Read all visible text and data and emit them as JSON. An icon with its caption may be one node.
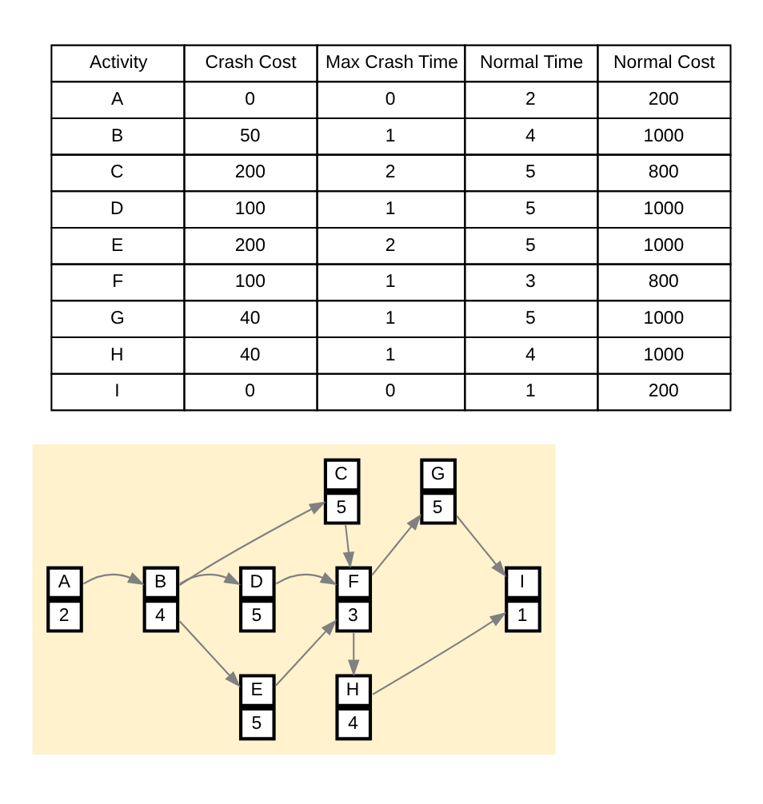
{
  "diagram": {
    "nodes": [
      {
        "text": [],
        "shape": "box"
      },
      {
        "text": [
          "A",
          "2"
        ],
        "in": 0
      },
      {
        "text": [
          "B",
          "4"
        ],
        "in": 0
      },
      {
        "text": [
          "C",
          "5"
        ],
        "in": 0
      },
      {
        "text": [
          "D",
          "5"
        ],
        "in": 0
      },
      {
        "text": [
          "E",
          "5"
        ],
        "in": 0
      },
      {
        "text": [
          "F",
          "3"
        ],
        "in": 0
      },
      {
        "text": [
          "G",
          "5"
        ],
        "in": 0
      },
      {
        "text": [
          "H",
          "4"
        ],
        "in": 0
      },
      {
        "text": [
          "I",
          "1"
        ],
        "in": 0
      }
    ],
    "edges": [
      {
        "from": 1,
        "to": 2,
        "arrow": "to"
      },
      {
        "from": 2,
        "to": 3,
        "arrow": "to"
      },
      {
        "from": 2,
        "to": 4,
        "arrow": "to"
      },
      {
        "from": 2,
        "to": 5,
        "arrow": "to"
      },
      {
        "from": 3,
        "to": 6,
        "arrow": "to"
      },
      {
        "from": 4,
        "to": 6,
        "arrow": "to"
      },
      {
        "from": 5,
        "to": 6,
        "arrow": "to"
      },
      {
        "from": 6,
        "to": 7,
        "arrow": "to"
      },
      {
        "from": 6,
        "to": 8,
        "arrow": "to"
      },
      {
        "from": 7,
        "to": 9,
        "arrow": "to"
      },
      {
        "from": 8,
        "to": 9,
        "arrow": "to"
      }
    ],
    "labels": [
      "Activity",
      "Crash Cost",
      "Max Crash Time",
      "Normal Time",
      "Normal Cost",
      "A",
      "0",
      "0",
      "2",
      "200",
      "B",
      "50",
      "1",
      "4",
      "1000",
      "C",
      "200",
      "2",
      "5",
      "800",
      "D",
      "100",
      "1",
      "5",
      "1000",
      "E",
      "200",
      "2",
      "5",
      "1000",
      "F",
      "100",
      "1",
      "3",
      "800",
      "G",
      "40",
      "1",
      "5",
      "1000",
      "H",
      "40",
      "1",
      "4",
      "1000",
      "I",
      "0",
      "0",
      "1",
      "200"
    ]
  }
}
